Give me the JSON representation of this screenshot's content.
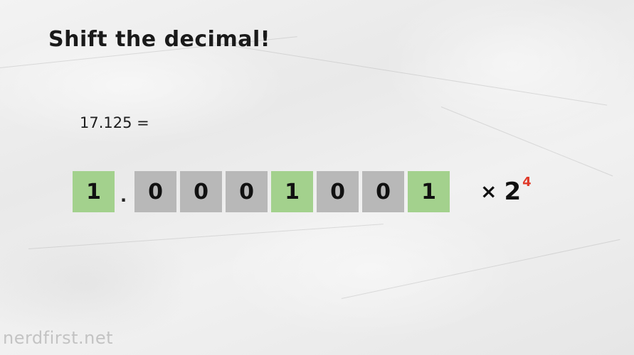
{
  "slide": {
    "title": "Shift the decimal!",
    "equation_lhs": "17.125 =",
    "leading_bit": "1",
    "decimal_point": ".",
    "mantissa_bits": [
      "0",
      "0",
      "0",
      "1",
      "0",
      "0",
      "1"
    ],
    "times_symbol": "×",
    "base": "2",
    "exponent": "4",
    "logo_text": "nerdfirst.net"
  },
  "colors": {
    "bit_one": "#a3d18d",
    "bit_zero": "#b8b8b8",
    "exponent": "#e03a2a",
    "text": "#111111"
  }
}
